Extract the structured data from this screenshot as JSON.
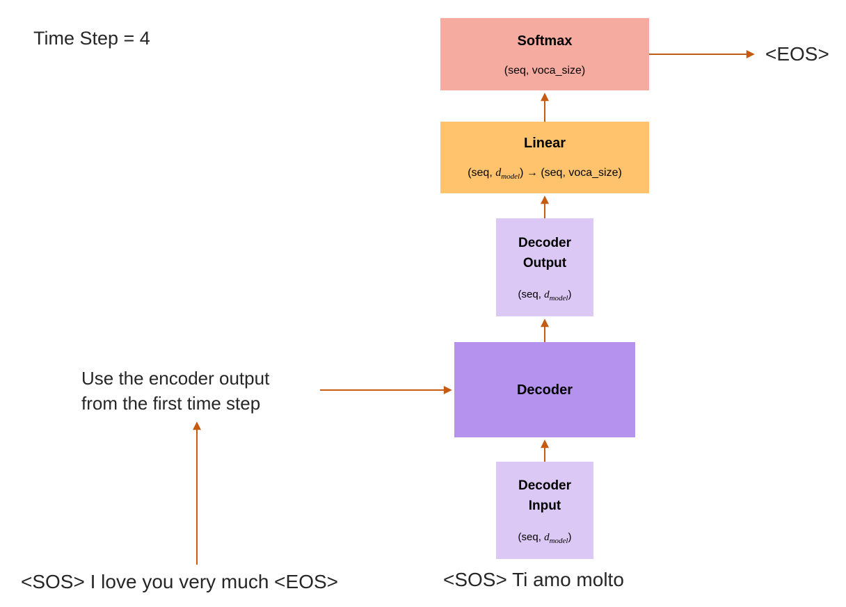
{
  "colors": {
    "softmax_bg": "#F5ABA0",
    "linear_bg": "#FFC36E",
    "decoder_bg": "#B592EE",
    "decoder_io_bg": "#DCC8F4",
    "arrow": "#C55A11",
    "text": "#262626",
    "label": "#000000"
  },
  "annotations": {
    "time_step": "Time Step = 4",
    "encoder_note_line1": "Use the encoder output",
    "encoder_note_line2": "from the first time step",
    "source_sentence": "<SOS> I love you very much <EOS>",
    "target_sentence": "<SOS> Ti amo molto",
    "predicted_token": "<EOS>"
  },
  "boxes": {
    "softmax": {
      "label": "Softmax",
      "shape": "(seq, voca_size)"
    },
    "linear": {
      "label": "Linear",
      "shape_prefix": "(seq, ",
      "dim_var": "d",
      "dim_sub": "model",
      "shape_suffix": ") → (seq, voca_size)"
    },
    "decoder_output": {
      "label_line1": "Decoder",
      "label_line2": "Output",
      "shape_prefix": "(seq, ",
      "dim_var": "d",
      "dim_sub": "model",
      "shape_suffix": ")"
    },
    "decoder": {
      "label": "Decoder"
    },
    "decoder_input": {
      "label_line1": "Decoder",
      "label_line2": "Input",
      "shape_prefix": "(seq, ",
      "dim_var": "d",
      "dim_sub": "model",
      "shape_suffix": ")"
    }
  },
  "arrows": [
    {
      "from": "decoder-input",
      "to": "decoder"
    },
    {
      "from": "decoder",
      "to": "decoder-output"
    },
    {
      "from": "decoder-output",
      "to": "linear"
    },
    {
      "from": "linear",
      "to": "softmax"
    },
    {
      "from": "softmax",
      "to": "predicted-token"
    },
    {
      "from": "encoder-note",
      "to": "decoder"
    },
    {
      "from": "source-sentence",
      "to": "encoder-note"
    }
  ]
}
